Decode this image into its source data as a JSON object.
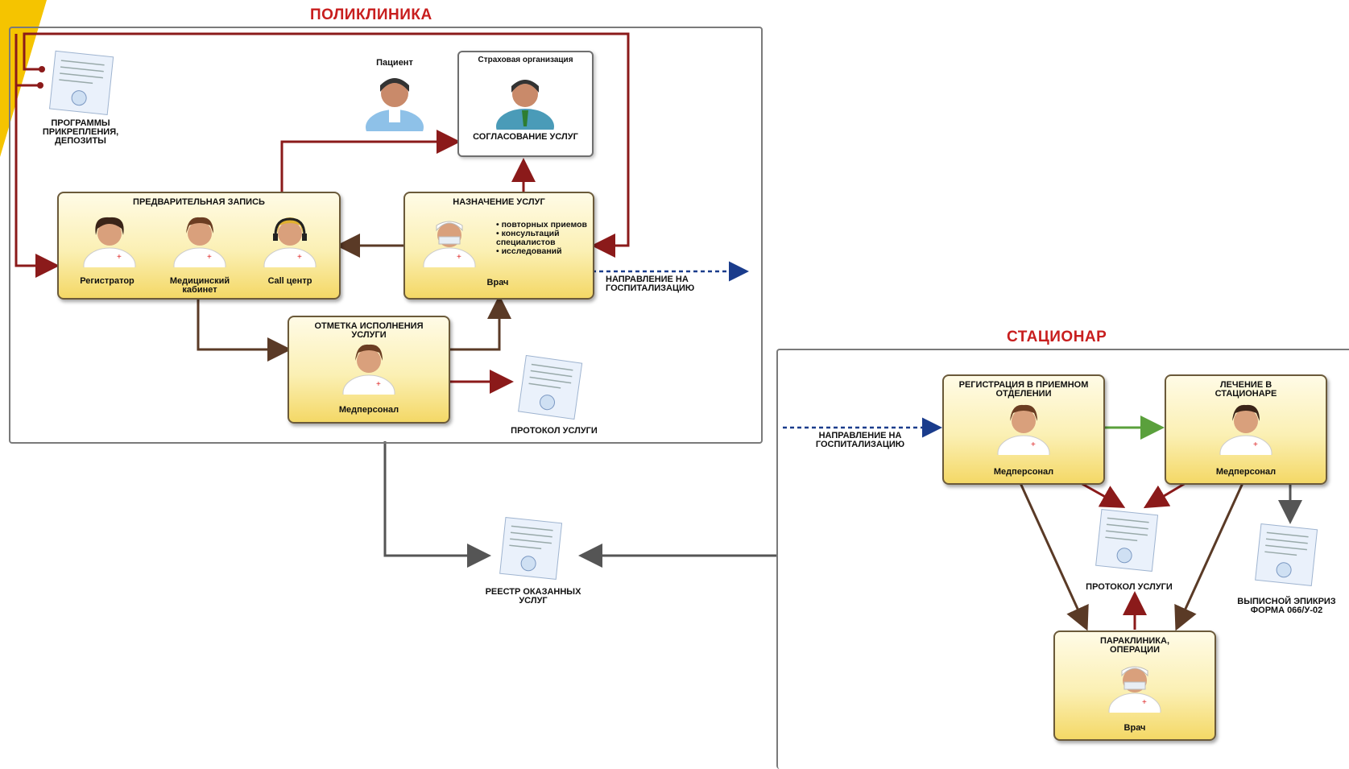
{
  "polyclinic": {
    "title": "ПОЛИКЛИНИКА",
    "programs_doc": "ПРОГРАММЫ ПРИКРЕПЛЕНИЯ, ДЕПОЗИТЫ",
    "patient": "Пациент",
    "insurance": {
      "title": "Страховая организация",
      "caption": "СОГЛАСОВАНИЕ УСЛУГ"
    },
    "prereg": {
      "title": "ПРЕДВАРИТЕЛЬНАЯ ЗАПИСЬ",
      "people": [
        "Регистратор",
        "Медицинский кабинет",
        "Call центр"
      ]
    },
    "assign": {
      "title": "НАЗНАЧЕНИЕ УСЛУГ",
      "bullets": [
        "• повторных приемов",
        "• консультаций специалистов",
        "• исследований"
      ],
      "person": "Врач"
    },
    "referral": "НАПРАВЛЕНИЕ НА ГОСПИТАЛИЗАЦИЮ",
    "mark": {
      "title": "ОТМЕТКА ИСПОЛНЕНИЯ УСЛУГИ",
      "person": "Медперсонал"
    },
    "protocol": "ПРОТОКОЛ УСЛУГИ"
  },
  "registry": "РЕЕСТР ОКАЗАННЫХ УСЛУГ",
  "hospital": {
    "title": "СТАЦИОНАР",
    "referral": "НАПРАВЛЕНИЕ НА ГОСПИТАЛИЗАЦИЮ",
    "admission": {
      "title": "РЕГИСТРАЦИЯ В ПРИЕМНОМ ОТДЕЛЕНИИ",
      "person": "Медперсонал"
    },
    "treatment": {
      "title": "ЛЕЧЕНИЕ В СТАЦИОНАРЕ",
      "person": "Медперсонал"
    },
    "protocol": "ПРОТОКОЛ УСЛУГИ",
    "discharge": "ВЫПИСНОЙ ЭПИКРИЗ ФОРМА 066/У-02",
    "paraclinic": {
      "title": "ПАРАКЛИНИКА, ОПЕРАЦИИ",
      "person": "Врач"
    }
  },
  "colors": {
    "flow_red": "#8b1a1a",
    "flow_brown": "#5a3a26",
    "flow_green": "#5aa03c",
    "flow_gray": "#555555",
    "flow_blue": "#1a3c8c",
    "accent_yellow": "#f5c400"
  }
}
